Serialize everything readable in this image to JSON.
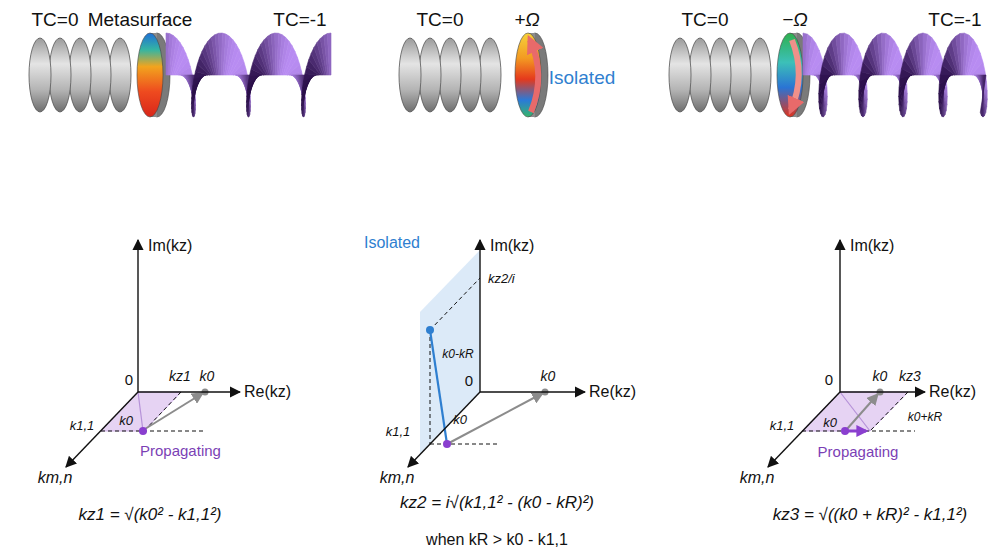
{
  "diagram": {
    "labels": [
      "TC=0",
      "Metasurface",
      "TC=-1",
      "TC=0",
      "+Ω",
      "Isolated",
      "TC=0",
      "−Ω",
      "TC=-1",
      "Im(kz)",
      "0",
      "kz1",
      "k0",
      "Re(kz)",
      "km,n",
      "k1,1",
      "k0",
      "Propagating",
      "kz1 = √(k0² - k1,1²)",
      "Im(kz)",
      "Isolated",
      "kz2/i",
      "0",
      "k0-kR",
      "k0",
      "Re(kz)",
      "k0",
      "km,n",
      "k1,1",
      "kz2 = i√(k1,1² - (k0 - kR)²)",
      "when kR > k0 - k1,1",
      "Im(kz)",
      "0",
      "k0",
      "kz3",
      "Re(kz)",
      "k0",
      "k0+kR",
      "km,n",
      "k1,1",
      "Propagating",
      "kz3 = √((k0 + kR)² - k1,1²)"
    ]
  }
}
